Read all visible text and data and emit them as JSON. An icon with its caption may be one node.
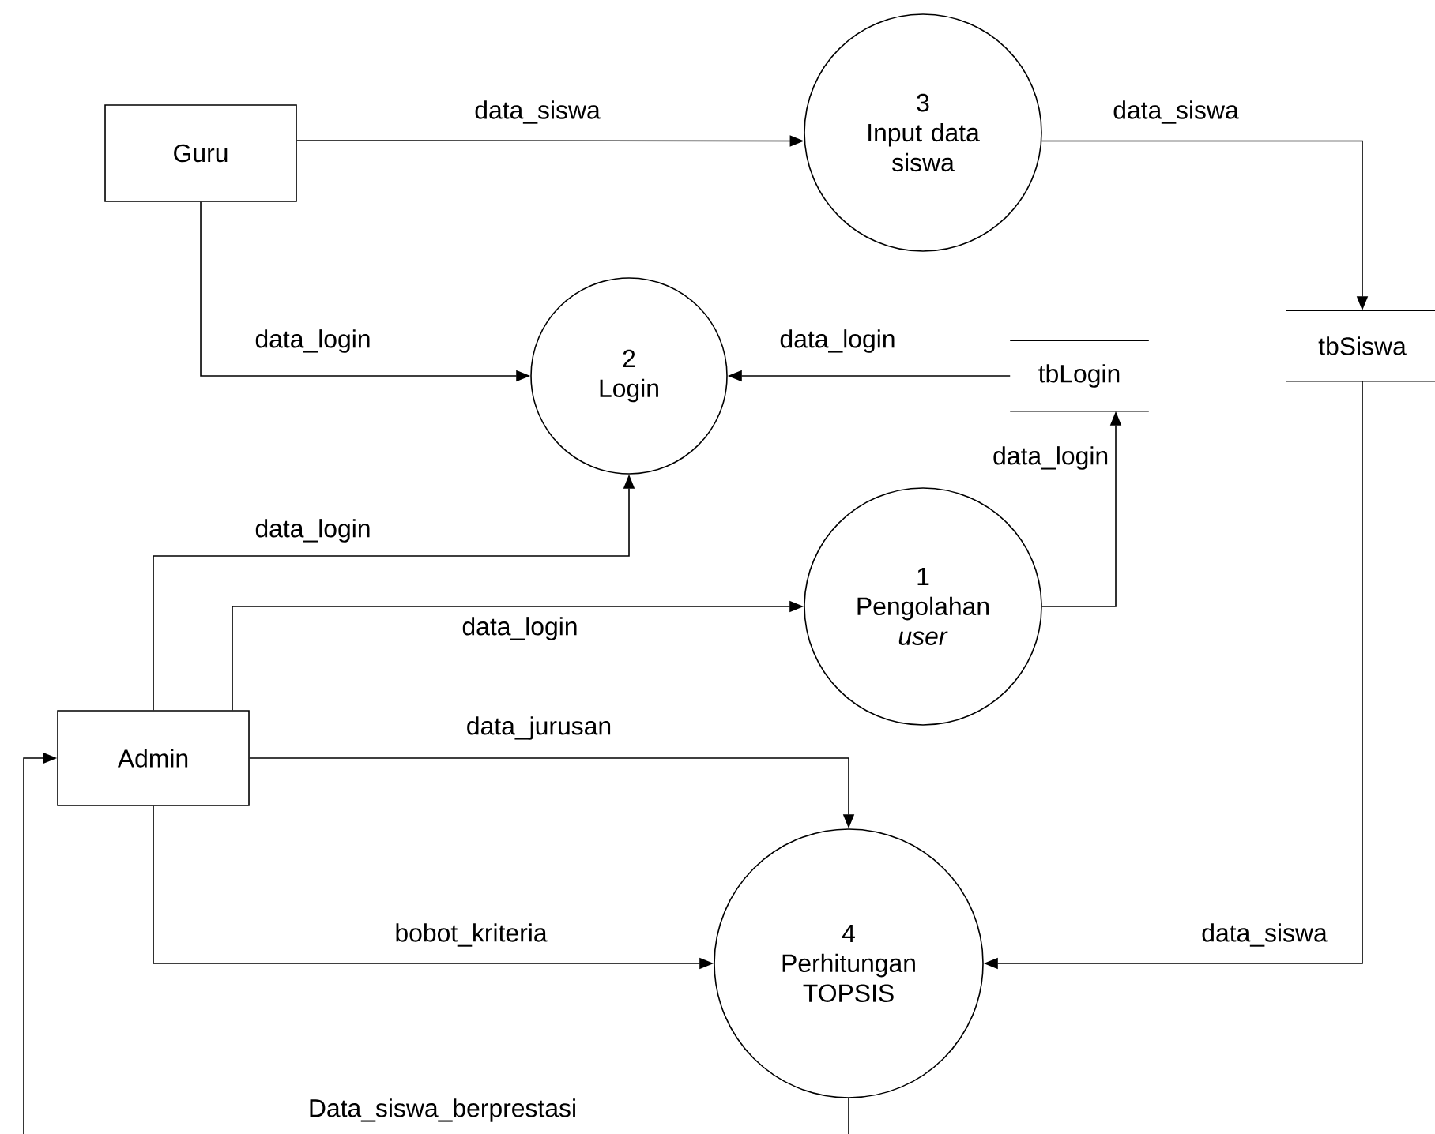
{
  "diagram": {
    "nodes": [
      {
        "text": [
          "Guru"
        ]
      },
      {
        "text": [
          "3",
          "Input data siswa"
        ]
      },
      {
        "text": [
          "tbSiswa"
        ]
      },
      {
        "text": [
          "2",
          "Login"
        ]
      },
      {
        "text": [
          "tbLogin"
        ]
      },
      {
        "text": [
          "1",
          "Pengolahan *user*"
        ]
      },
      {
        "text": [
          "Admin"
        ]
      },
      {
        "text": [
          "4",
          "Perhitungan TOPSIS"
        ]
      }
    ],
    "edges": [
      {
        "from": 0,
        "to": 1,
        "arrow": "to",
        "label": "data_siswa"
      },
      {
        "from": 1,
        "to": 2,
        "arrow": "to",
        "label": "data_siswa"
      },
      {
        "from": 0,
        "to": 3,
        "arrow": "to",
        "label": "data_login"
      },
      {
        "from": 4,
        "to": 3,
        "arrow": "to",
        "label": "data_login"
      },
      {
        "from": 6,
        "to": 3,
        "arrow": "to",
        "label": "data_login"
      },
      {
        "from": 6,
        "to": 5,
        "arrow": "to",
        "label": "data_login"
      },
      {
        "from": 5,
        "to": 4,
        "arrow": "to",
        "label": "data_login"
      },
      {
        "from": 6,
        "to": 7,
        "arrow": "to",
        "label": "data_jurusan"
      },
      {
        "from": 6,
        "to": 7,
        "arrow": "to",
        "label": "bobot_kriteria"
      },
      {
        "from": 2,
        "to": 7,
        "arrow": "to",
        "label": "data_siswa"
      },
      {
        "from": 7,
        "to": 6,
        "arrow": "to",
        "label": "Data_siswa_berprestasi"
      }
    ]
  }
}
